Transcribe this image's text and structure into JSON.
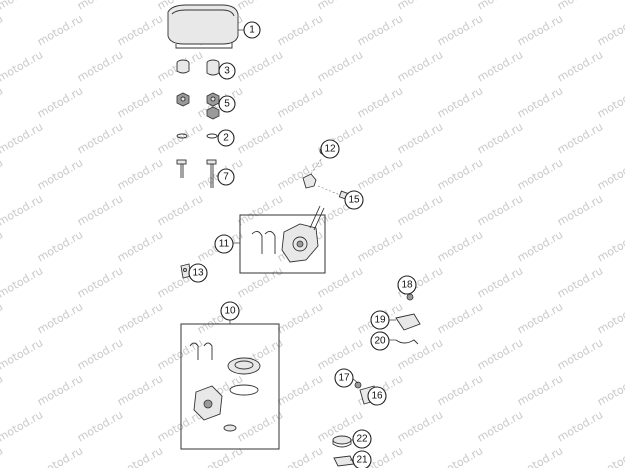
{
  "watermark": {
    "text": "motod.ru",
    "color": "#c9c9c9"
  },
  "callouts": [
    {
      "id": "c1",
      "label": "1"
    },
    {
      "id": "c3",
      "label": "3"
    },
    {
      "id": "c5",
      "label": "5"
    },
    {
      "id": "c2",
      "label": "2"
    },
    {
      "id": "c7",
      "label": "7"
    },
    {
      "id": "c12",
      "label": "12"
    },
    {
      "id": "c15",
      "label": "15"
    },
    {
      "id": "c11",
      "label": "11"
    },
    {
      "id": "c13",
      "label": "13"
    },
    {
      "id": "c10",
      "label": "10"
    },
    {
      "id": "c18",
      "label": "18"
    },
    {
      "id": "c19",
      "label": "19"
    },
    {
      "id": "c20",
      "label": "20"
    },
    {
      "id": "c17",
      "label": "17"
    },
    {
      "id": "c16",
      "label": "16"
    },
    {
      "id": "c22",
      "label": "22"
    },
    {
      "id": "c21",
      "label": "21"
    }
  ]
}
